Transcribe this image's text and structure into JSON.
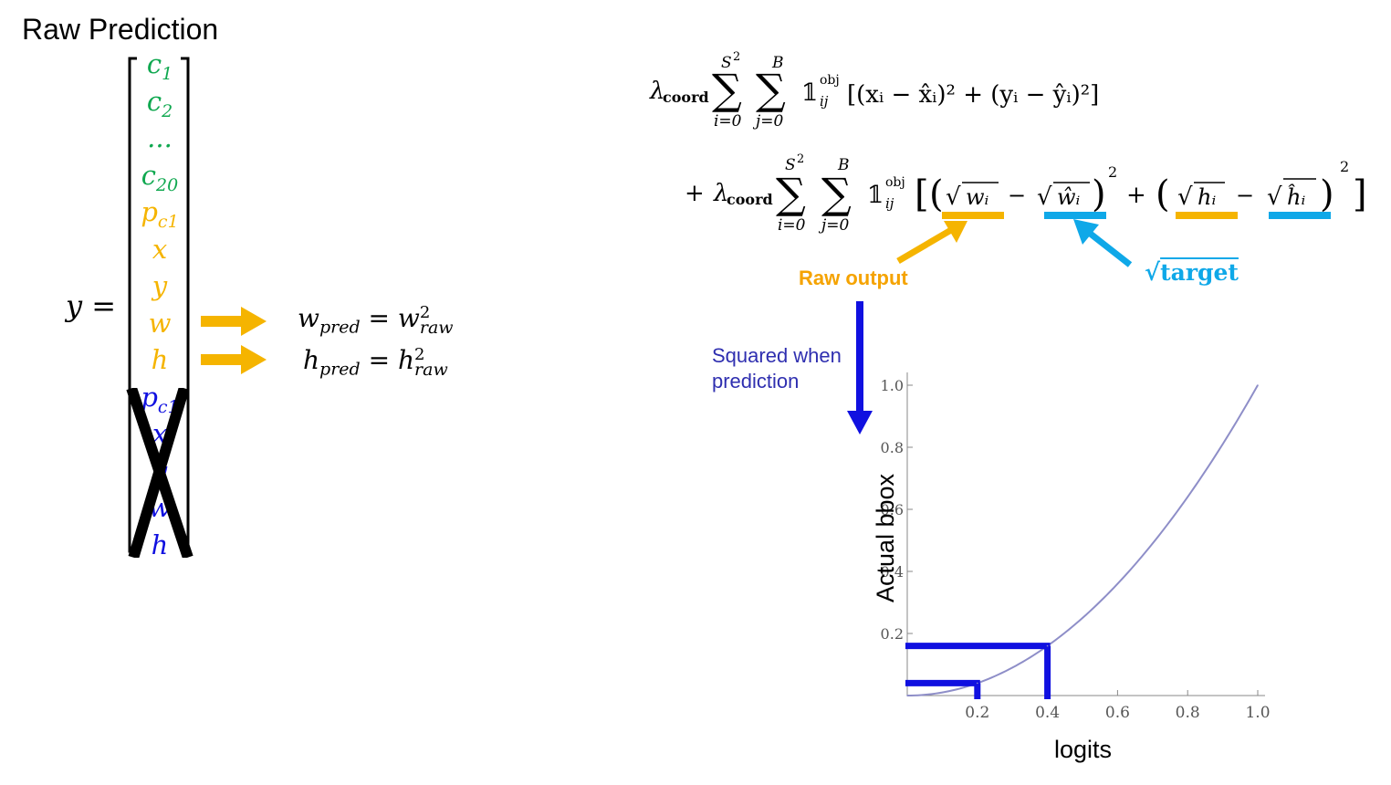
{
  "title": "Raw Prediction",
  "vector": {
    "lhs": "y =",
    "items": [
      {
        "base": "c",
        "sub": "1",
        "color": "#10a850",
        "crossed": false
      },
      {
        "base": "c",
        "sub": "2",
        "color": "#10a850",
        "crossed": false
      },
      {
        "base": "...",
        "sub": "",
        "color": "#10a850",
        "crossed": false
      },
      {
        "base": "c",
        "sub": "20",
        "color": "#10a850",
        "crossed": false
      },
      {
        "base": "p",
        "sub": "c1",
        "color": "#f5b400",
        "crossed": false
      },
      {
        "base": "x",
        "sub": "",
        "color": "#f5b400",
        "crossed": false
      },
      {
        "base": "y",
        "sub": "",
        "color": "#f5b400",
        "crossed": false
      },
      {
        "base": "w",
        "sub": "",
        "color": "#f5b400",
        "crossed": false
      },
      {
        "base": "h",
        "sub": "",
        "color": "#f5b400",
        "crossed": false
      },
      {
        "base": "p",
        "sub": "c1",
        "color": "#1010e0",
        "crossed": true
      },
      {
        "base": "x",
        "sub": "",
        "color": "#1010e0",
        "crossed": true
      },
      {
        "base": "y",
        "sub": "",
        "color": "#1010e0",
        "crossed": true
      },
      {
        "base": "w",
        "sub": "",
        "color": "#1010e0",
        "crossed": true
      },
      {
        "base": "h",
        "sub": "",
        "color": "#1010e0",
        "crossed": true
      }
    ]
  },
  "formulas": {
    "w": {
      "lhs": "w",
      "lhs_sub": "pred",
      "eq": "=",
      "rhs": "w",
      "rhs_sup": "2",
      "rhs_sub": "raw"
    },
    "h": {
      "lhs": "h",
      "lhs_sub": "pred",
      "eq": "=",
      "rhs": "h",
      "rhs_sup": "2",
      "rhs_sub": "raw"
    }
  },
  "loss": {
    "lambda": "λ",
    "coord": "coord",
    "sum_top_1": "S",
    "sum_top_1_sup": "2",
    "sum_bottom_1": "i=0",
    "sum_top_2": "B",
    "sum_bottom_2": "j=0",
    "indicator": "𝟙",
    "obj": "obj",
    "ij": "ij",
    "line1_body": "[(x",
    "plus": "+"
  },
  "annotations": {
    "raw_output": "Raw output",
    "target": "target",
    "squared_line1": "Squared when",
    "squared_line2": "prediction"
  },
  "colors": {
    "green": "#10a850",
    "yellow": "#f5b400",
    "orange_text": "#f5a300",
    "cyan": "#0fa8e8",
    "blue": "#1010e0",
    "curve": "#8e8ec8"
  },
  "chart_data": {
    "type": "line",
    "title": "",
    "xlabel": "logits",
    "ylabel": "Actual bbox",
    "xlim": [
      0,
      1.0
    ],
    "ylim": [
      0,
      1.0
    ],
    "x_ticks": [
      "0.2",
      "0.4",
      "0.6",
      "0.8",
      "1.0"
    ],
    "y_ticks": [
      "0.2",
      "0.4",
      "0.6",
      "0.8",
      "1.0"
    ],
    "function": "y = x^2",
    "x": [
      0,
      0.1,
      0.2,
      0.3,
      0.4,
      0.5,
      0.6,
      0.7,
      0.8,
      0.9,
      1.0
    ],
    "y": [
      0,
      0.01,
      0.04,
      0.09,
      0.16,
      0.25,
      0.36,
      0.49,
      0.64,
      0.81,
      1.0
    ],
    "highlights": [
      {
        "x": 0.2,
        "y": 0.04
      },
      {
        "x": 0.4,
        "y": 0.16
      }
    ]
  }
}
